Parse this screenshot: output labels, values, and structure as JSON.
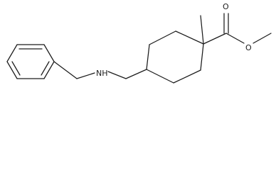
{
  "molecule": {
    "atoms": {
      "carbonyl_oxygen": "O",
      "ester_oxygen": "O",
      "amine": "NH"
    }
  },
  "colors": {
    "bond": "#1c1c1c",
    "label": "#1c1c1c",
    "background": "#ffffff"
  }
}
